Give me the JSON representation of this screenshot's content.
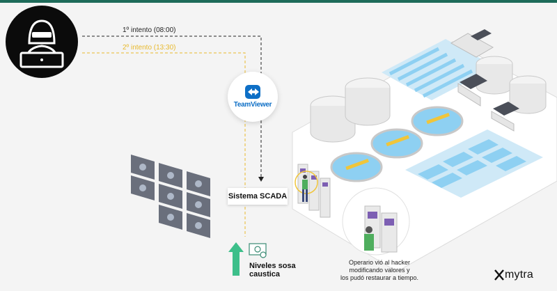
{
  "attempts": {
    "first": "1º intento (08:00)",
    "second": "2º intento (13:30)"
  },
  "remote_tool": {
    "name": "TeamViewer"
  },
  "scada": {
    "label": "Sistema SCADA"
  },
  "chemical": {
    "line1": "Niveles sosa",
    "line2": "caustica"
  },
  "operator_note": {
    "line1": "Operario vió al hacker",
    "line2": "modificando valores y",
    "line3": "los pudó restaurar a tiempo."
  },
  "brand": {
    "name": "mytra"
  },
  "icons": {
    "hacker": "hacker-laptop-icon",
    "teamviewer": "teamviewer-logo-icon",
    "chemical": "chemical-flask-icon",
    "arrow": "up-arrow-icon",
    "brand": "mytra-x-logo-icon"
  },
  "colors": {
    "accent_green": "#3dbf8a",
    "attempt2_yellow": "#e8b92c",
    "water_blue": "#8ed0f2",
    "teamviewer_blue": "#0e6fc6",
    "topbar": "#1e6b5a"
  }
}
